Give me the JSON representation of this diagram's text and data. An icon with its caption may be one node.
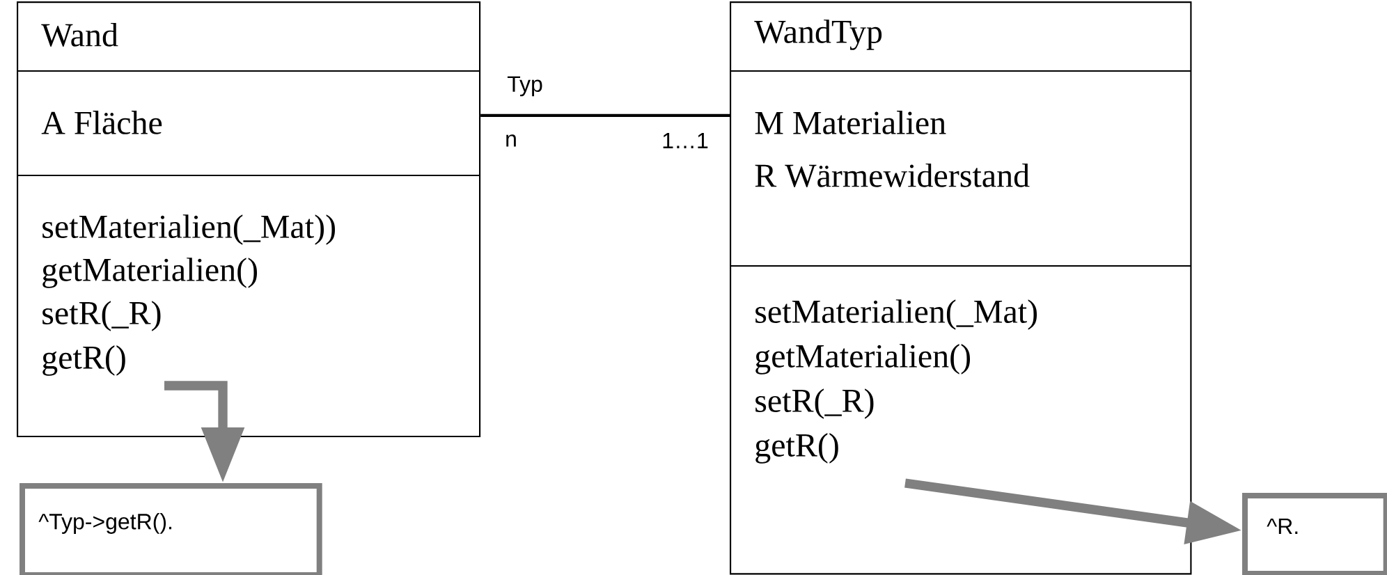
{
  "diagram": {
    "nodes": [
      {
        "text": [
          "Wand",
          "A  Fläche",
          "setMaterialien(_Mat))",
          "getMaterialien()",
          "setR(_R)",
          "getR()"
        ]
      },
      {
        "text": [
          "WandTyp",
          "M  Materialien",
          "R  Wärmewiderstand",
          "setMaterialien(_Mat)",
          "getMaterialien()",
          "setR(_R)",
          "getR()"
        ]
      },
      {
        "text": [
          "^Typ->getR()."
        ]
      },
      {
        "text": [
          "^R."
        ]
      }
    ],
    "edges": [
      {
        "from": 0,
        "to": 1,
        "arrow": "none",
        "label": "Typ",
        "color": "#000000"
      },
      {
        "from": 0,
        "to": 2,
        "arrow": "to"
      },
      {
        "from": 1,
        "to": 3,
        "arrow": "to"
      }
    ],
    "labels": [
      "n",
      "1…1"
    ]
  }
}
